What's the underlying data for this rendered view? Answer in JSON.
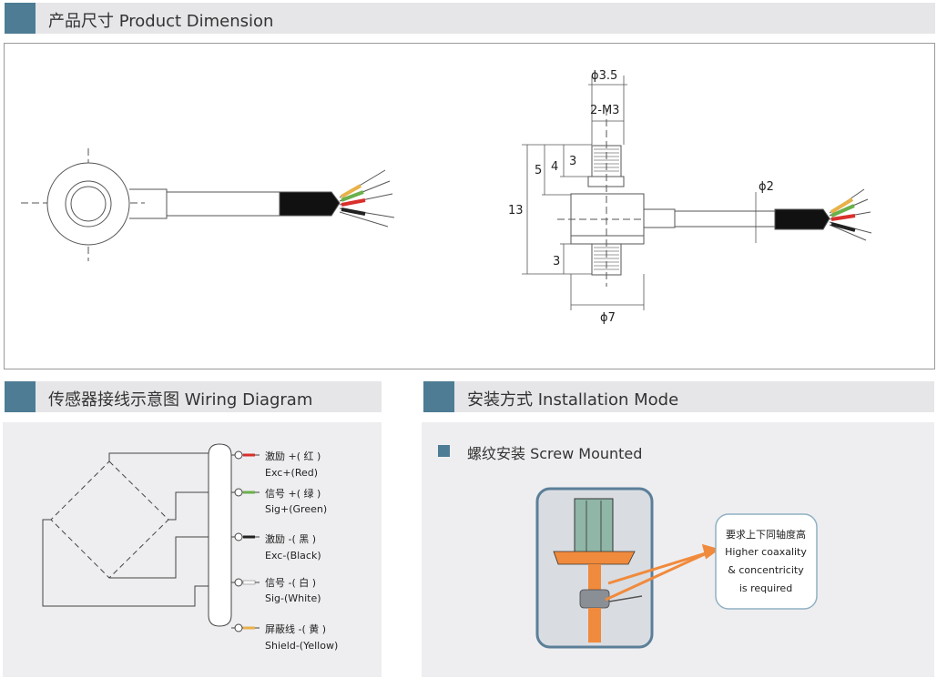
{
  "sections": {
    "dimension_title": "产品尺寸 Product Dimension",
    "wiring_title": "传感器接线示意图 Wiring Diagram",
    "install_title": "安装方式 Installation Mode"
  },
  "dimension": {
    "d_top": "ϕ3.5",
    "thread": "2-M3",
    "dim_5": "5",
    "dim_4": "4",
    "dim_3a": "3",
    "dim_13": "13",
    "dim_3b": "3",
    "d_cable": "ϕ2",
    "d_body": "ϕ7"
  },
  "wiring": {
    "wires": [
      {
        "cn": "激励 +( 红 )",
        "en": "Exc+(Red)",
        "color": "#d9302c"
      },
      {
        "cn": "信号 +( 绿 )",
        "en": "Sig+(Green)",
        "color": "#6ab04c"
      },
      {
        "cn": "激励 -( 黑 )",
        "en": "Exc-(Black)",
        "color": "#222222"
      },
      {
        "cn": "信号 -( 白 )",
        "en": "Sig-(White)",
        "color": "#f4f4f4"
      },
      {
        "cn": "屏蔽线 -( 黄 )",
        "en": "Shield-(Yellow)",
        "color": "#e8b14a"
      }
    ]
  },
  "install": {
    "method": "螺纹安装 Screw Mounted",
    "note": [
      "要求上下同轴度高",
      "Higher coaxality",
      "& concentricity",
      "is required"
    ],
    "accent": "#f08a3c"
  }
}
